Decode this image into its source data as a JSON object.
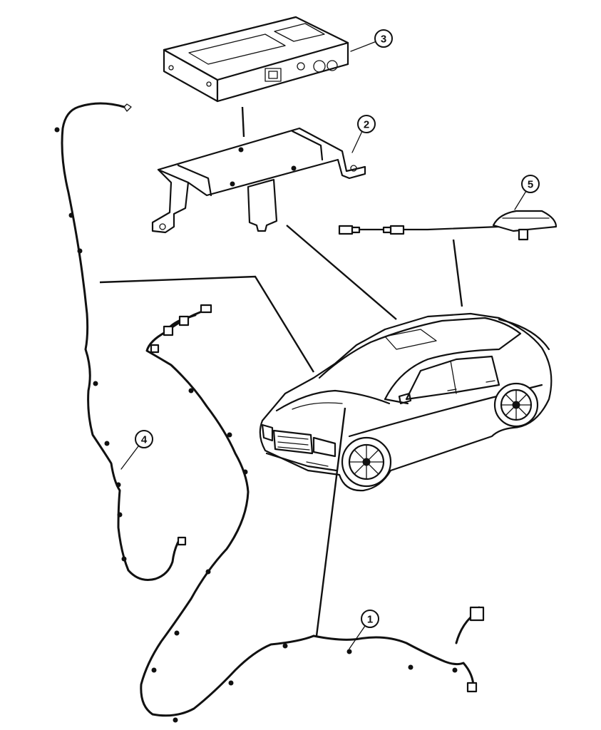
{
  "callouts": [
    {
      "id": "1",
      "label": "1"
    },
    {
      "id": "2",
      "label": "2"
    },
    {
      "id": "3",
      "label": "3"
    },
    {
      "id": "4",
      "label": "4"
    },
    {
      "id": "5",
      "label": "5"
    }
  ],
  "parts": {
    "module": "module",
    "bracket": "bracket",
    "antenna": "antenna",
    "harness_front": "harness",
    "harness_rear": "harness",
    "vehicle": "vehicle"
  }
}
